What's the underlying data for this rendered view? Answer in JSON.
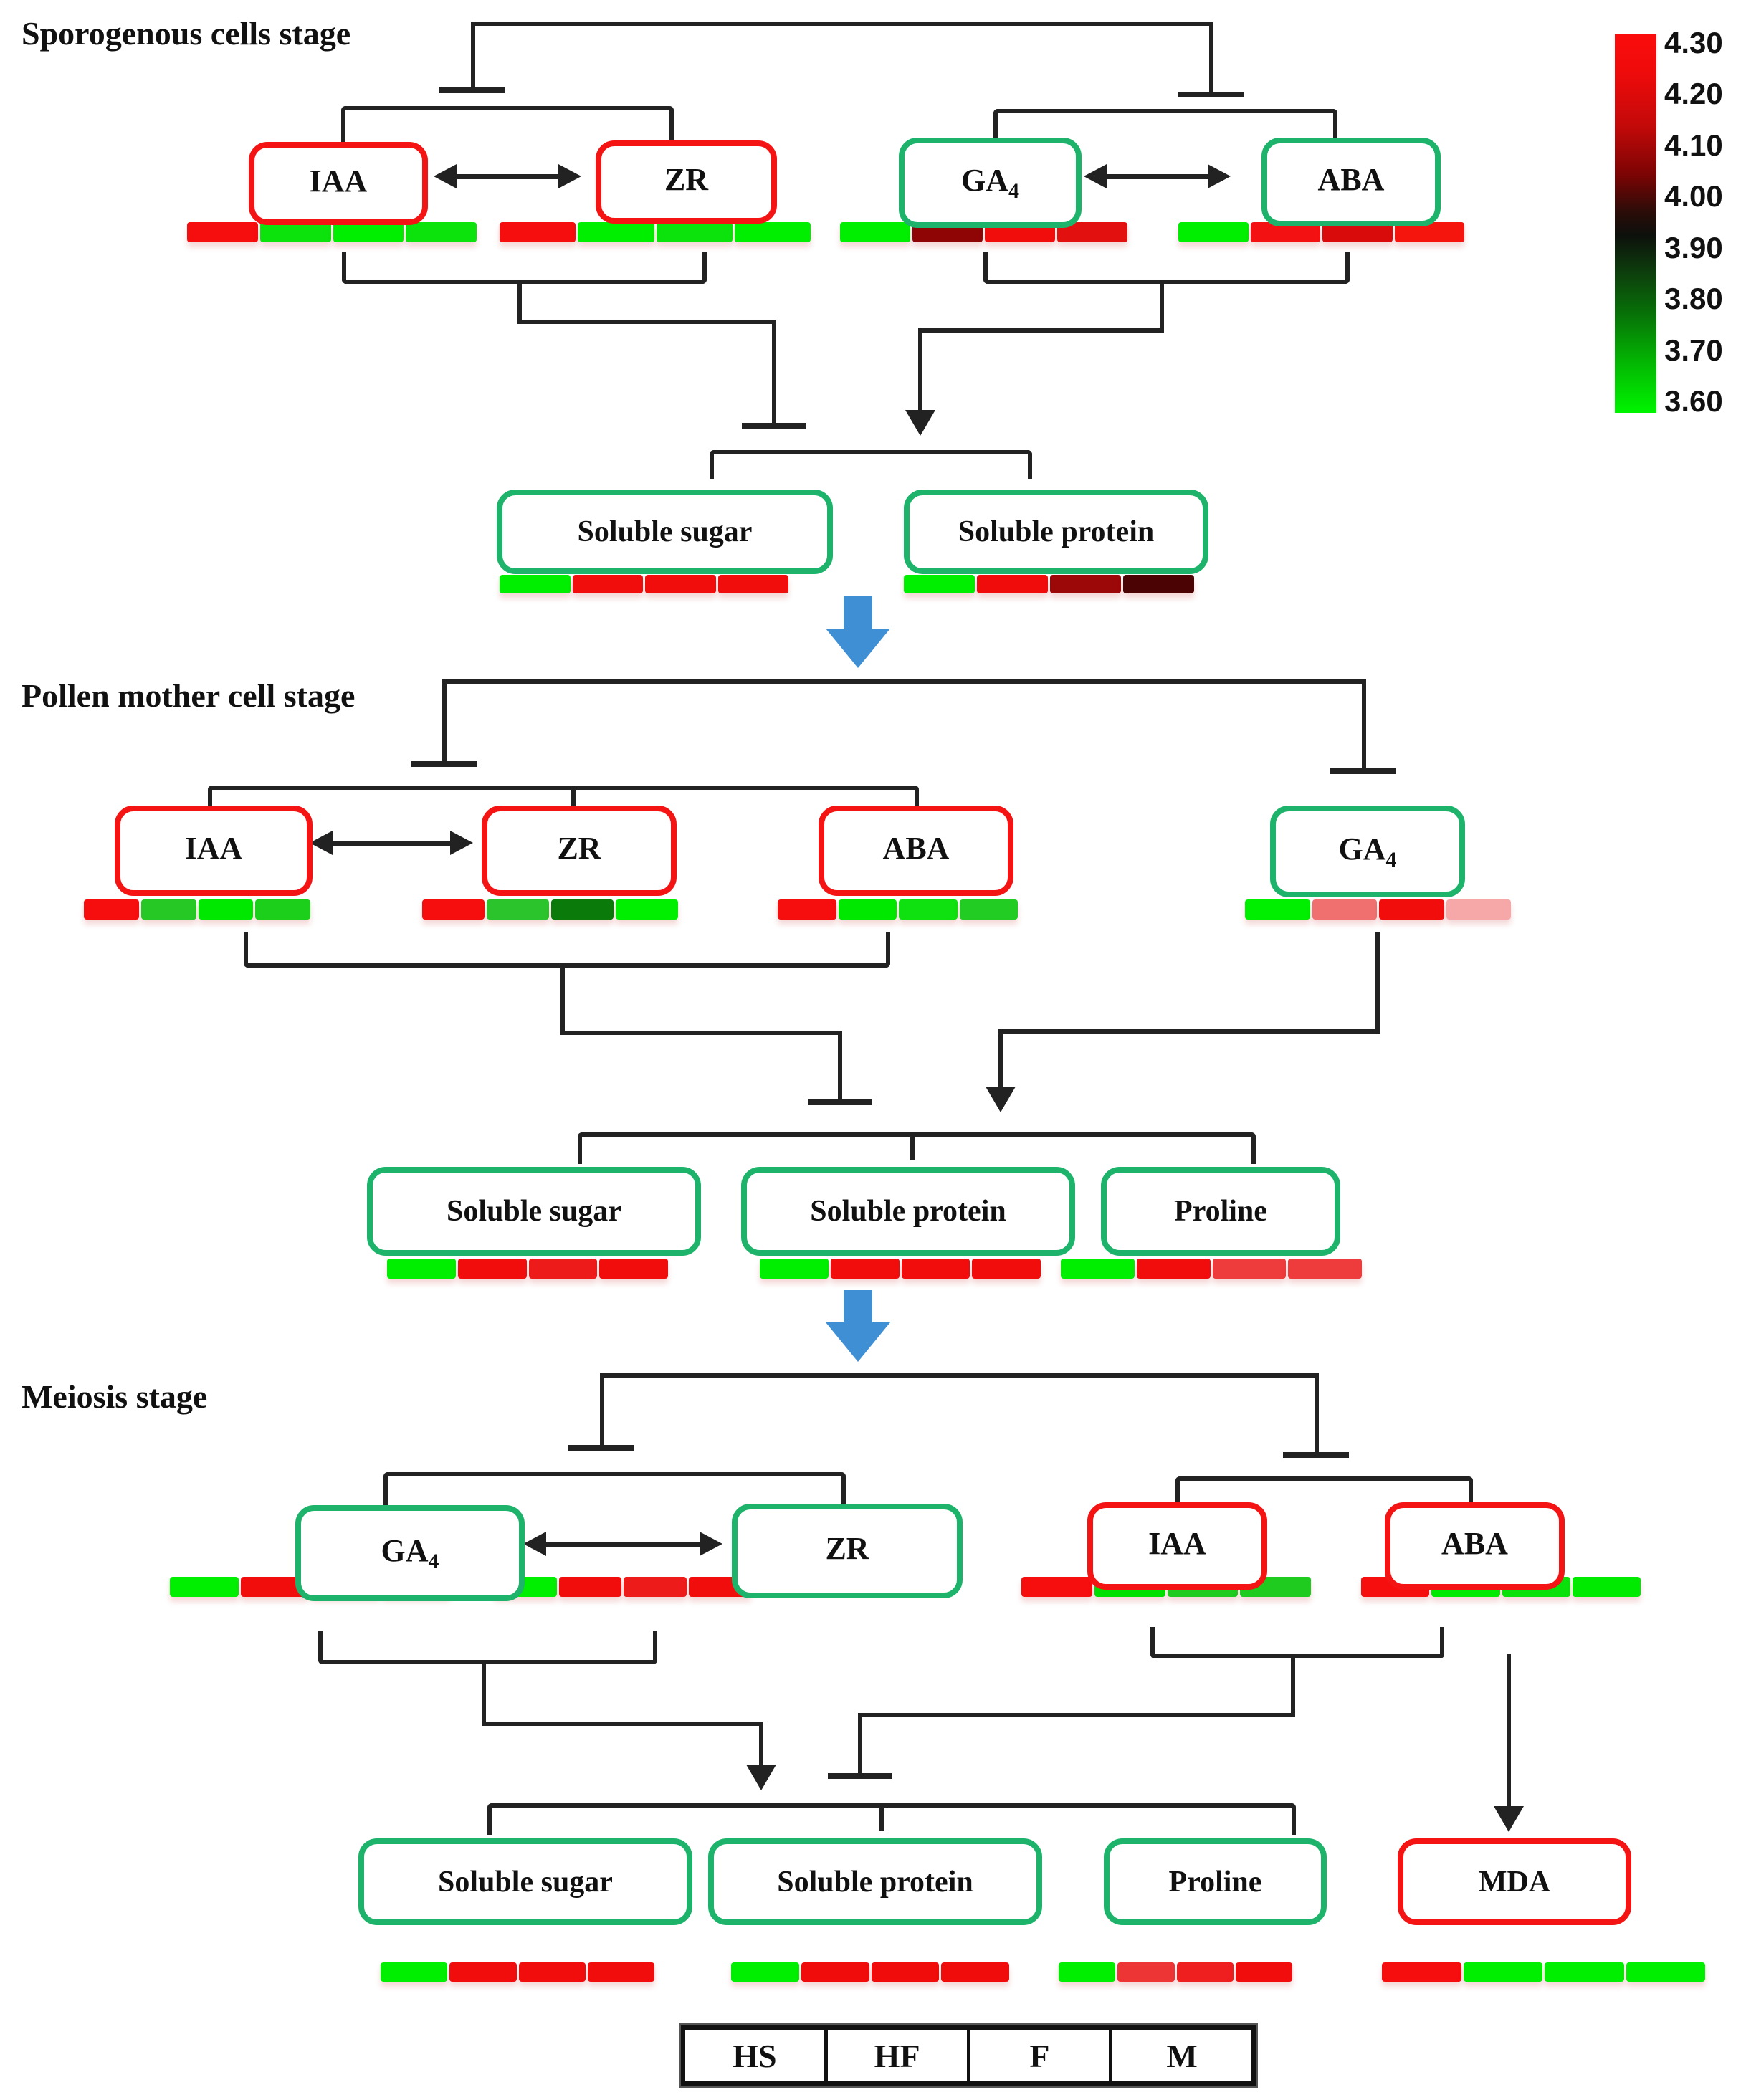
{
  "colorbar": {
    "tick_labels": [
      "4.30",
      "4.20",
      "4.10",
      "4.00",
      "3.90",
      "3.80",
      "3.70",
      "3.60"
    ],
    "top_color": "#fb0c0c",
    "mid_color": "#0d0d0d",
    "bottom_color": "#00f400"
  },
  "legend_table": {
    "cells": [
      "HS",
      "HF",
      "F",
      "M"
    ]
  },
  "stage1": {
    "title": "Sporogenous cells stage",
    "boxes": {
      "iaa": {
        "label": "IAA",
        "sub": ""
      },
      "zr": {
        "label": "ZR",
        "sub": ""
      },
      "ga4": {
        "label": "GA",
        "sub": "4"
      },
      "aba": {
        "label": "ABA",
        "sub": ""
      },
      "sugar": {
        "label": "Soluble sugar",
        "sub": ""
      },
      "protein": {
        "label": "Soluble protein",
        "sub": ""
      }
    },
    "bars": {
      "iaa": [
        "#f60d0d",
        "#0ce20c",
        "#00ee00",
        "#0ce20c"
      ],
      "zr": [
        "#f60d0d",
        "#00ee00",
        "#0ce20c",
        "#00ee00"
      ],
      "ga4": [
        "#00ee00",
        "#8f0505",
        "#f20d0d",
        "#e31010"
      ],
      "aba": [
        "#00ee00",
        "#f41111",
        "#d90b0b",
        "#f6150d"
      ],
      "sugar": [
        "#00ee00",
        "#f20d0d",
        "#f20d0d",
        "#f20d0d"
      ],
      "protein": [
        "#00ee00",
        "#f10c0c",
        "#9c0707",
        "#4b0303"
      ]
    }
  },
  "stage2": {
    "title": "Pollen mother cell stage",
    "boxes": {
      "iaa": {
        "label": "IAA",
        "sub": ""
      },
      "zr": {
        "label": "ZR",
        "sub": ""
      },
      "aba": {
        "label": "ABA",
        "sub": ""
      },
      "ga4": {
        "label": "GA",
        "sub": "4"
      },
      "sugar": {
        "label": "Soluble sugar",
        "sub": ""
      },
      "protein": {
        "label": "Soluble protein",
        "sub": ""
      },
      "proline": {
        "label": "Proline",
        "sub": ""
      }
    },
    "bars": {
      "iaa": [
        "#f60d0d",
        "#26c826",
        "#00e800",
        "#1bcf1b"
      ],
      "zr": [
        "#f60d0d",
        "#2cc42c",
        "#0a7a0a",
        "#00ee00"
      ],
      "aba": [
        "#f60d0d",
        "#00e800",
        "#0fe00f",
        "#22cc22"
      ],
      "ga4": [
        "#00ee00",
        "#f07070",
        "#f20d0d",
        "#f6a8a8"
      ],
      "sugar": [
        "#00ee00",
        "#f20d0d",
        "#ee1b1b",
        "#f20d0d"
      ],
      "protein": [
        "#00ee00",
        "#f20d0d",
        "#f20d0d",
        "#f20d0d"
      ],
      "proline": [
        "#00ee00",
        "#f20d0d",
        "#ee3b3b",
        "#ee3b3b"
      ]
    }
  },
  "stage3": {
    "title": "Meiosis stage",
    "boxes": {
      "ga4": {
        "label": "GA",
        "sub": "4"
      },
      "zr": {
        "label": "ZR",
        "sub": ""
      },
      "iaa": {
        "label": "IAA",
        "sub": ""
      },
      "aba": {
        "label": "ABA",
        "sub": ""
      },
      "sugar": {
        "label": "Soluble sugar",
        "sub": ""
      },
      "protein": {
        "label": "Soluble protein",
        "sub": ""
      },
      "proline": {
        "label": "Proline",
        "sub": ""
      },
      "mda": {
        "label": "MDA",
        "sub": ""
      }
    },
    "bars": {
      "ga4": [
        "#00ee00",
        "#f20d0d",
        "#f20d0d",
        "#f20d0d"
      ],
      "zr": [
        "#00ee00",
        "#f20d0d",
        "#ee1b1b",
        "#f20d0d"
      ],
      "iaa": [
        "#f60d0d",
        "#00e000",
        "#1ecb1e",
        "#1ecb1e"
      ],
      "aba": [
        "#f60d0d",
        "#00ea00",
        "#0ae00a",
        "#00ea00"
      ],
      "sugar": [
        "#00ee00",
        "#f20d0d",
        "#f20d0d",
        "#f20d0d"
      ],
      "protein": [
        "#00ee00",
        "#f10c0c",
        "#f10c0c",
        "#f10c0c"
      ],
      "proline": [
        "#00ee00",
        "#ee3535",
        "#f01f1f",
        "#f20d0d"
      ],
      "mda": [
        "#f60d0d",
        "#00ee00",
        "#00ee00",
        "#00ee00"
      ]
    }
  },
  "colors": {
    "red_border": "#f41414",
    "green_border": "#1db36b",
    "line": "#222222",
    "blue_arrow": "#3f8fd4"
  }
}
